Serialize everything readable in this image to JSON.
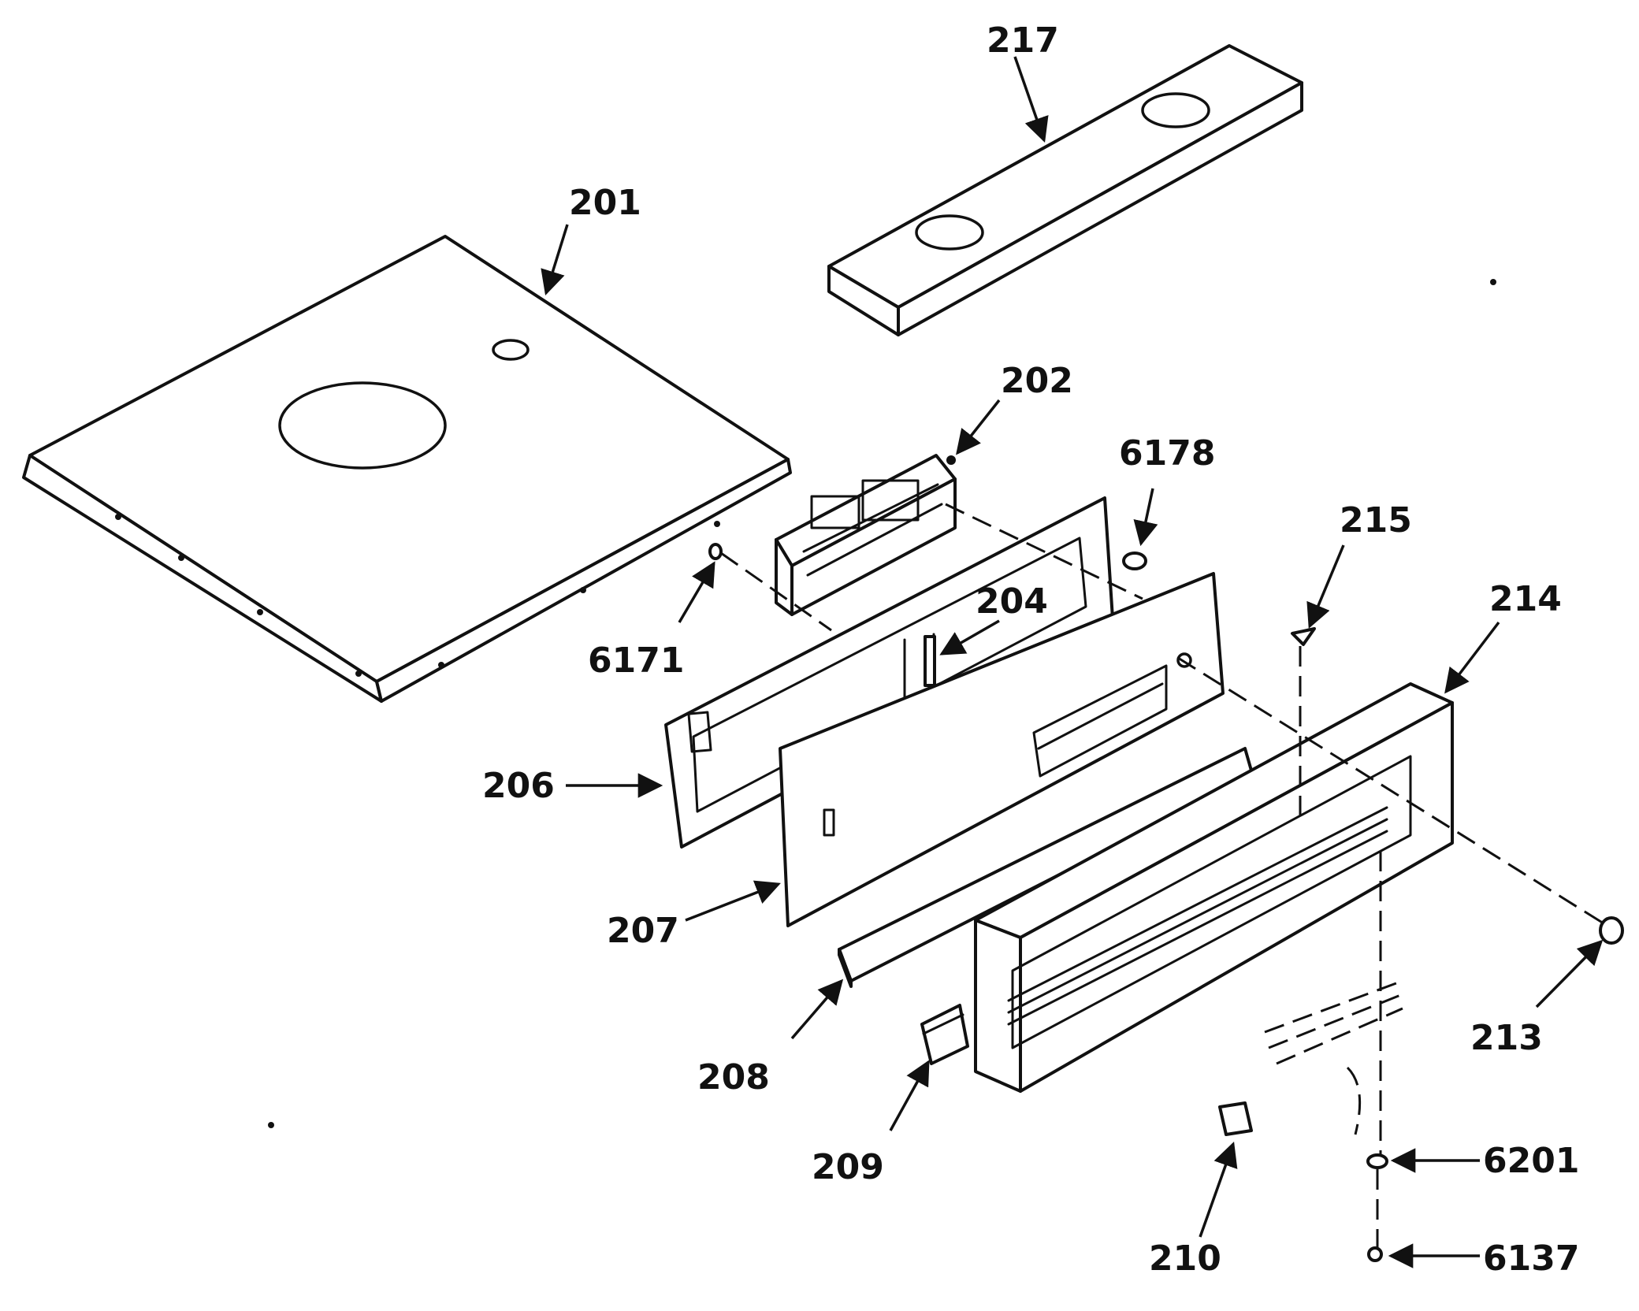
{
  "labels": {
    "p201": "201",
    "p202": "202",
    "p204": "204",
    "p206": "206",
    "p207": "207",
    "p208": "208",
    "p209": "209",
    "p210": "210",
    "p213": "213",
    "p214": "214",
    "p215": "215",
    "p217": "217",
    "p6171": "6171",
    "p6178": "6178",
    "p6201": "6201",
    "p6137": "6137"
  }
}
